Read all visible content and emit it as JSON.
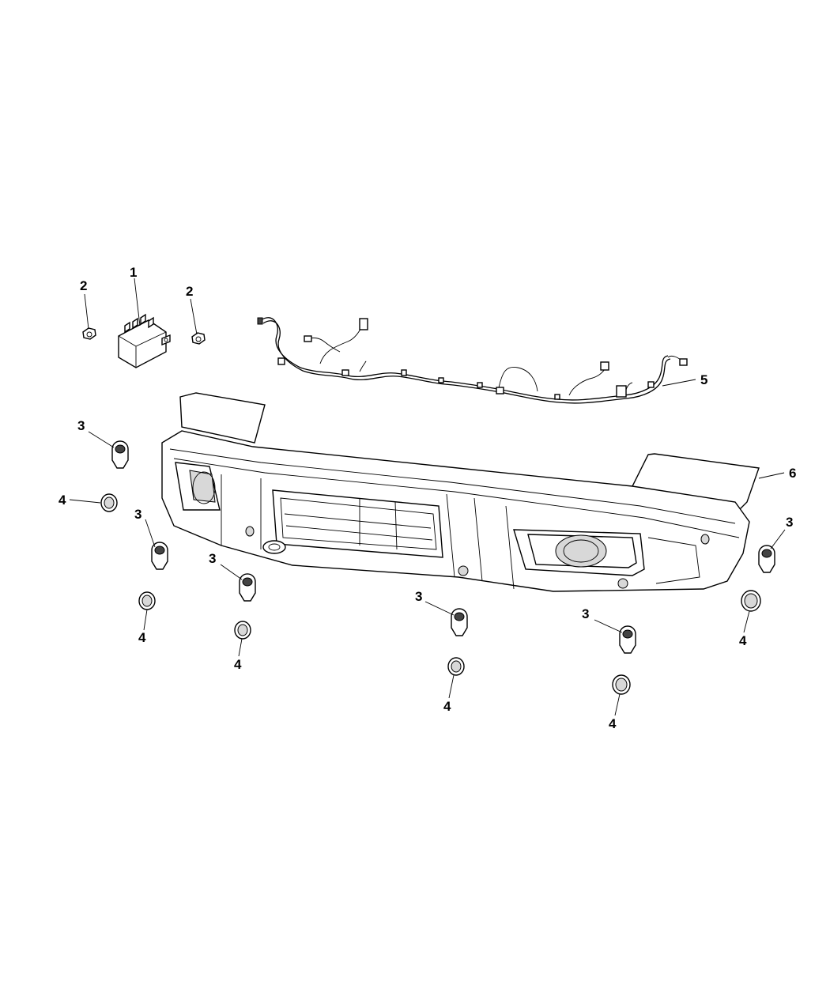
{
  "callouts": {
    "module": "1",
    "nut_left": "2",
    "nut_right": "2",
    "sensor_a": "3",
    "sensor_b": "3",
    "sensor_c": "3",
    "sensor_d": "3",
    "sensor_e": "3",
    "sensor_f": "3",
    "ring_a": "4",
    "ring_b": "4",
    "ring_c": "4",
    "ring_d": "4",
    "ring_e": "4",
    "ring_f": "4",
    "harness": "5",
    "bumper": "6"
  }
}
